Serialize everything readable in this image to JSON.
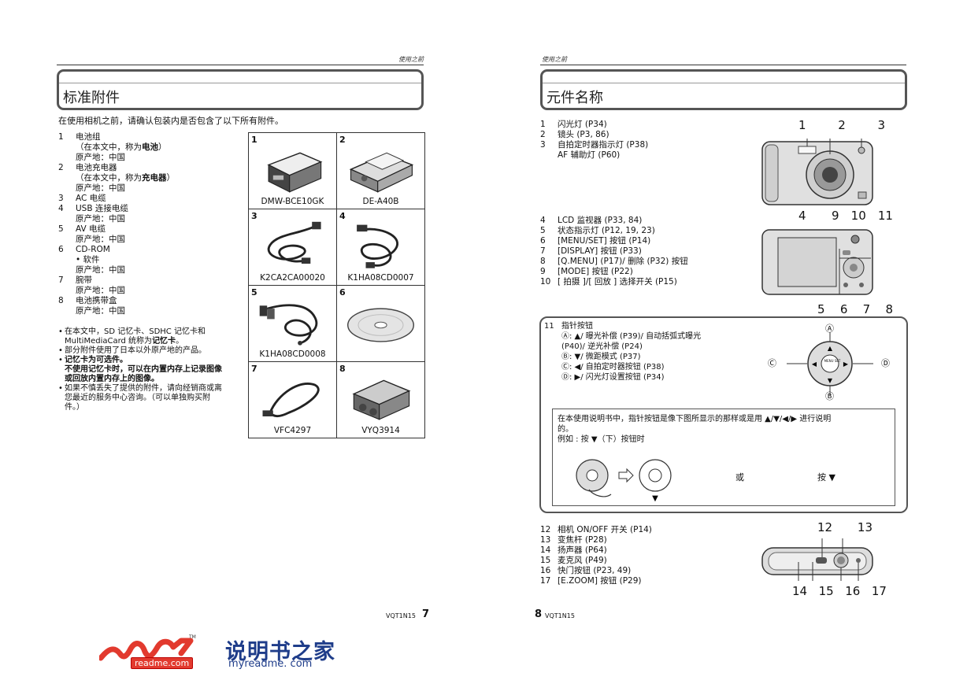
{
  "left": {
    "running_head": "使用之前",
    "title": "标准附件",
    "intro": "在使用相机之前，请确认包装内是否包含了以下所有附件。",
    "items": [
      {
        "num": "1",
        "name": "电池组",
        "sub": [
          {
            "pre": "（在本文中，称为",
            "bold": "电池",
            "post": "）"
          },
          {
            "text": "原产地：中国"
          }
        ]
      },
      {
        "num": "2",
        "name": "电池充电器",
        "sub": [
          {
            "pre": "（在本文中，称为",
            "bold": "充电器",
            "post": "）"
          },
          {
            "text": "原产地：中国"
          }
        ]
      },
      {
        "num": "3",
        "name": "AC 电缆",
        "sub": []
      },
      {
        "num": "4",
        "name": "USB 连接电缆",
        "sub": [
          {
            "text": "原产地：中国"
          }
        ]
      },
      {
        "num": "5",
        "name": "AV 电缆",
        "sub": [
          {
            "text": "原产地：中国"
          }
        ]
      },
      {
        "num": "6",
        "name": "CD-ROM",
        "sub": [
          {
            "text": "• 软件"
          },
          {
            "text": "原产地：中国"
          }
        ]
      },
      {
        "num": "7",
        "name": "腕带",
        "sub": [
          {
            "text": "原产地：中国"
          }
        ]
      },
      {
        "num": "8",
        "name": "电池携带盒",
        "sub": [
          {
            "text": "原产地：中国"
          }
        ]
      }
    ],
    "notes": {
      "n1a": "在本文中，SD 记忆卡、SDHC 记忆卡和",
      "n1b": "MultiMediaCard 统称为",
      "n1bold": "记忆卡",
      "n1end": "。",
      "n2": "部分附件使用了日本以外原产地的产品。",
      "n3title": "记忆卡为可选件。",
      "n3a": "不使用记忆卡时，可以在内置内存上记录图像",
      "n3b": "或回放内置内存上的图像。",
      "n4a": "如果不慎丢失了提供的附件，请向经销商或离",
      "n4b": "您最近的服务中心咨询。（可以单独购买附",
      "n4c": "件。）"
    },
    "grid": [
      {
        "num": "1",
        "caption": "DMW-BCE10GK"
      },
      {
        "num": "2",
        "caption": "DE-A40B"
      },
      {
        "num": "3",
        "caption": "K2CA2CA00020"
      },
      {
        "num": "4",
        "caption": "K1HA08CD0007"
      },
      {
        "num": "5",
        "caption": "K1HA08CD0008"
      },
      {
        "num": "6",
        "caption": ""
      },
      {
        "num": "7",
        "caption": "VFC4297"
      },
      {
        "num": "8",
        "caption": "VYQ3914"
      }
    ],
    "footer_code": "VQT1N15",
    "page_num": "7"
  },
  "right": {
    "running_head": "使用之前",
    "title": "元件名称",
    "group1": [
      {
        "num": "1",
        "text": "闪光灯 (P34)"
      },
      {
        "num": "2",
        "text": "镜头 (P3, 86)"
      },
      {
        "num": "3",
        "text": "自拍定时器指示灯 (P38)"
      },
      {
        "num": "",
        "text": "AF 辅助灯 (P60)"
      }
    ],
    "group2": [
      {
        "num": "4",
        "text": "LCD 监视器 (P33, 84)"
      },
      {
        "num": "5",
        "text": "状态指示灯 (P12, 19, 23)"
      },
      {
        "num": "6",
        "text": "[MENU/SET] 按钮 (P14)"
      },
      {
        "num": "7",
        "text": "[DISPLAY] 按钮 (P33)"
      },
      {
        "num": "8",
        "text": "[Q.MENU] (P17)/ 删除 (P32) 按钮"
      },
      {
        "num": "9",
        "text": "[MODE] 按钮 (P22)"
      },
      {
        "num": "10",
        "text": "[ 拍摄 ]/[ 回放 ] 选择开关 (P15)"
      }
    ],
    "front_labels": [
      "1",
      "2",
      "3"
    ],
    "back_top_labels": [
      "4",
      "9",
      "10",
      "11"
    ],
    "back_bottom_labels": [
      "5",
      "6",
      "7",
      "8"
    ],
    "cursor": {
      "title_num": "11",
      "title": "指针按钮",
      "lines": [
        "Ⓐ: ▲/ 曝光补偿 (P39)/ 自动括弧式曝光",
        "(P40)/ 逆光补偿 (P24)",
        "Ⓑ: ▼/ 微距模式 (P37)",
        "Ⓒ: ◀/ 自拍定时器按钮 (P38)",
        "Ⓓ: ▶/ 闪光灯设置按钮 (P34)"
      ],
      "letter_a": "Ⓐ",
      "letter_b": "Ⓑ",
      "letter_c": "Ⓒ",
      "letter_d": "Ⓓ",
      "center_label": "MENU SET",
      "box_line1": "在本使用说明书中，指针按钮是像下图所显示的那样或是用 ▲/▼/◀/▶ 进行说明",
      "box_line2": "的。",
      "box_line3": "例如 : 按 ▼（下）按钮时",
      "or_text": "或",
      "press_text": "按 ▼"
    },
    "group3": [
      {
        "num": "12",
        "text": "相机 ON/OFF 开关 (P14)"
      },
      {
        "num": "13",
        "text": "变焦杆 (P28)"
      },
      {
        "num": "14",
        "text": "扬声器 (P64)"
      },
      {
        "num": "15",
        "text": "麦克风 (P49)"
      },
      {
        "num": "16",
        "text": "快门按钮 (P23, 49)"
      },
      {
        "num": "17",
        "text": "[E.ZOOM] 按钮 (P29)"
      }
    ],
    "top_labels": [
      "12",
      "13"
    ],
    "bottom_labels": [
      "14",
      "15",
      "16",
      "17"
    ],
    "page_num": "8",
    "footer_code": "VQT1N15"
  },
  "watermark": {
    "tm": "TM",
    "badge": "readme.com",
    "cn": "说明书之家",
    "url": "myreadme. com"
  }
}
